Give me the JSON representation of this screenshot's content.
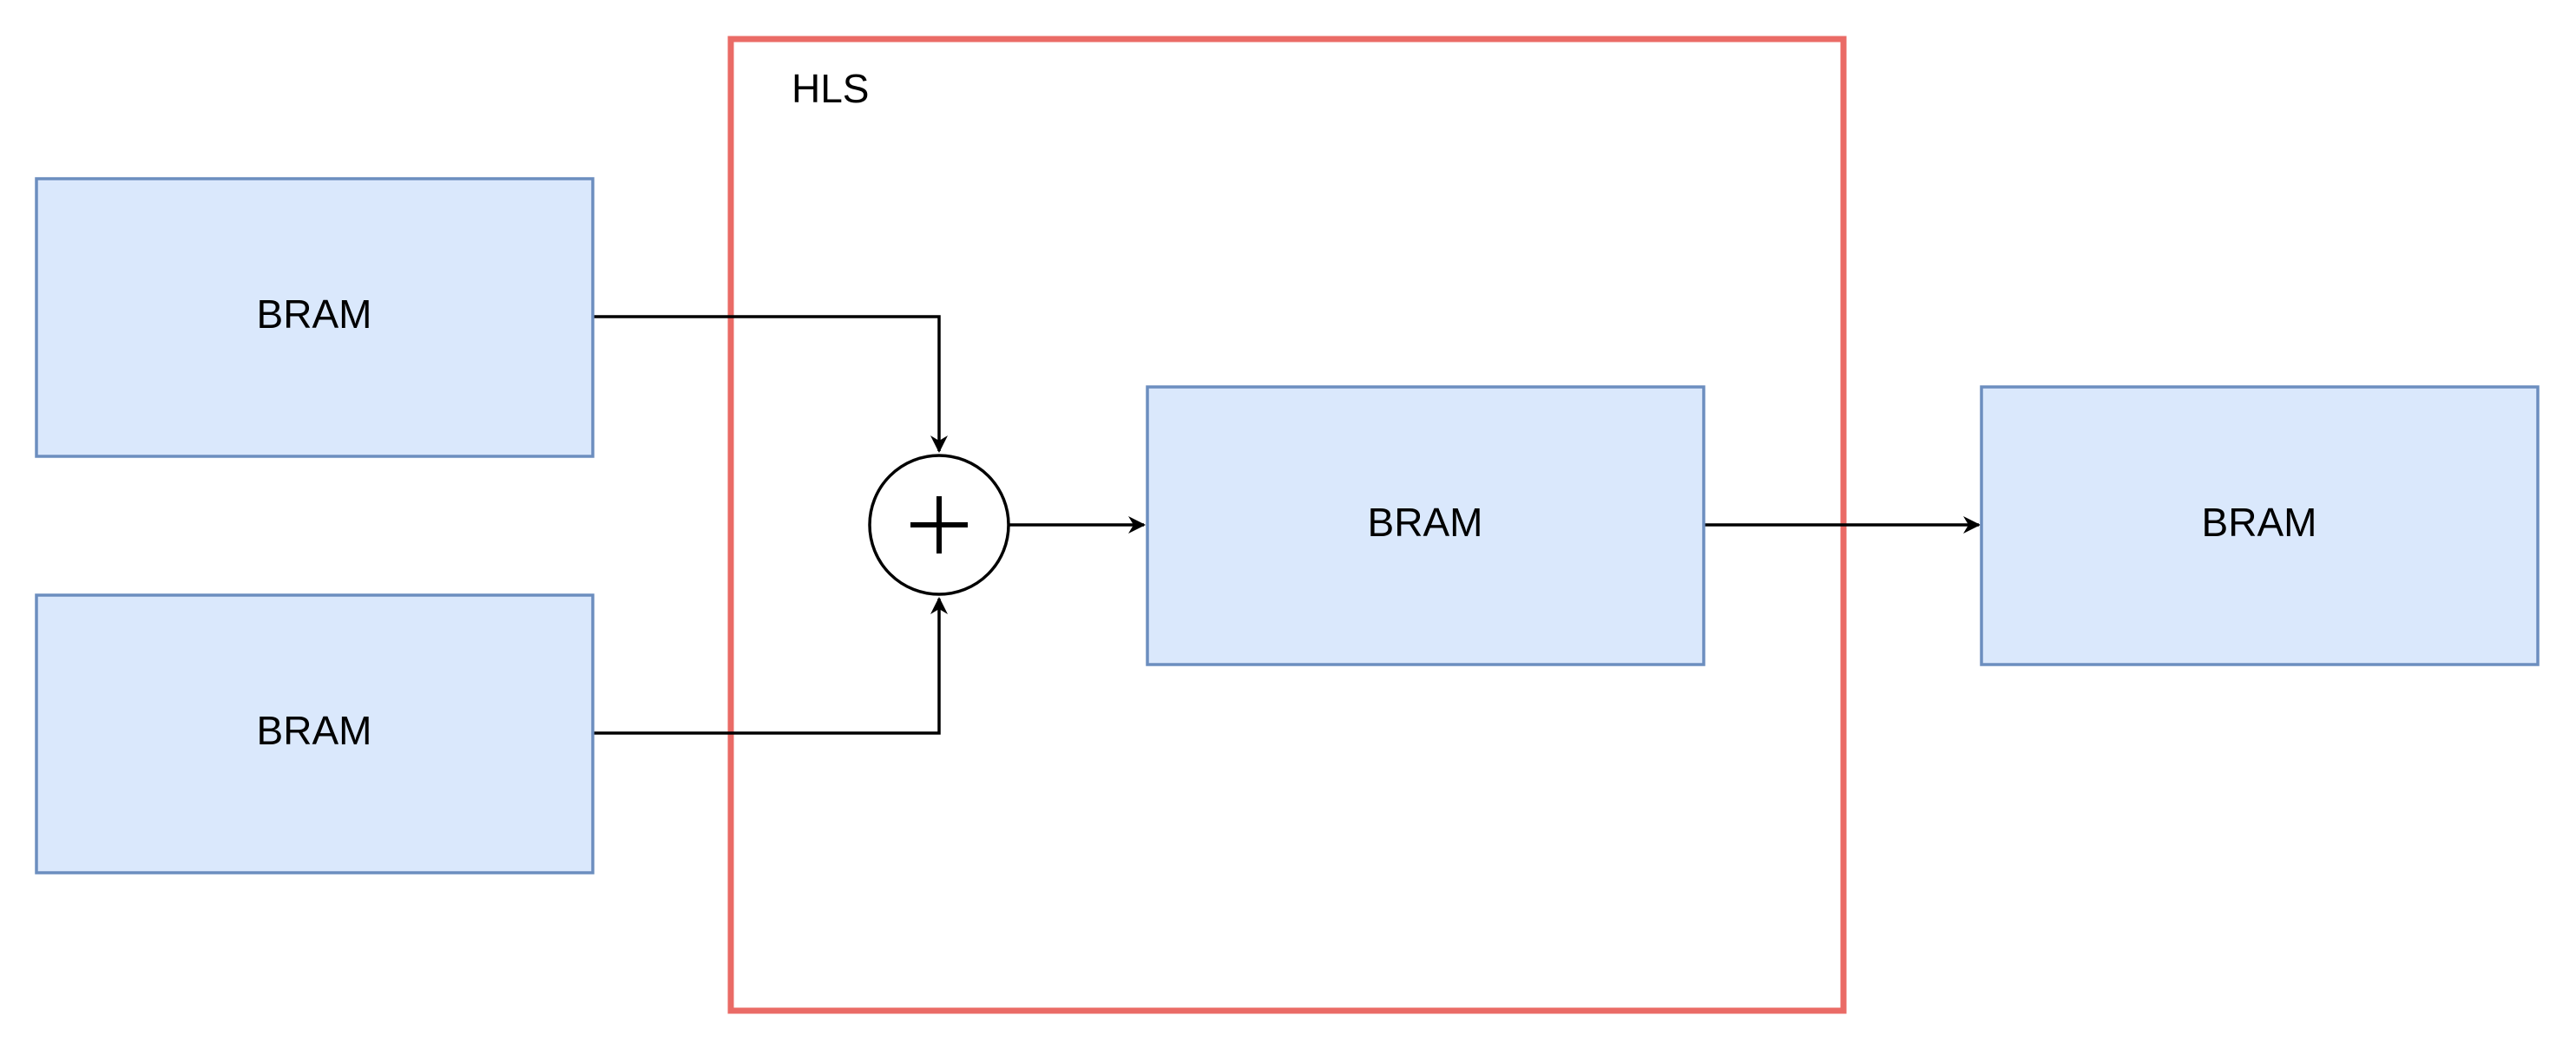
{
  "diagram": {
    "group": {
      "label": "HLS",
      "border_color": "#ea6b66"
    },
    "block_fill": "#dae8fc",
    "block_stroke": "#6c8ebf",
    "nodes": [
      {
        "id": "bram_in_top",
        "label": "BRAM"
      },
      {
        "id": "bram_in_bottom",
        "label": "BRAM"
      },
      {
        "id": "bram_mid",
        "label": "BRAM"
      },
      {
        "id": "bram_out",
        "label": "BRAM"
      }
    ],
    "operator": {
      "id": "adder",
      "symbol": "+"
    },
    "edges": [
      {
        "from": "bram_in_top",
        "to": "adder"
      },
      {
        "from": "bram_in_bottom",
        "to": "adder"
      },
      {
        "from": "adder",
        "to": "bram_mid"
      },
      {
        "from": "bram_mid",
        "to": "bram_out"
      }
    ]
  }
}
